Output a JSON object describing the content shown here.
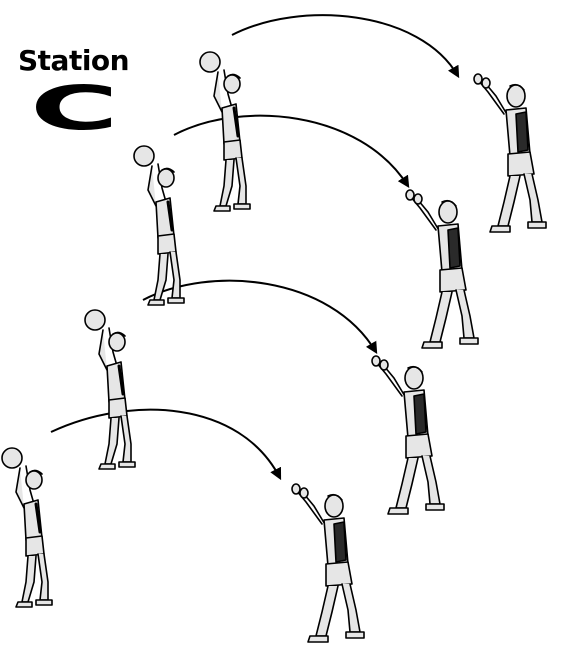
{
  "station": {
    "word": "Station",
    "letter": "C"
  },
  "colors": {
    "ink": "#000000",
    "figure_fill": "#e6e6e6",
    "shirt": "#2a2a2a"
  },
  "pairs": [
    {
      "thrower": "thrower-1",
      "receiver": "receiver-1"
    },
    {
      "thrower": "thrower-2",
      "receiver": "receiver-2"
    },
    {
      "thrower": "thrower-3",
      "receiver": "receiver-3"
    },
    {
      "thrower": "thrower-4",
      "receiver": "receiver-4"
    }
  ]
}
